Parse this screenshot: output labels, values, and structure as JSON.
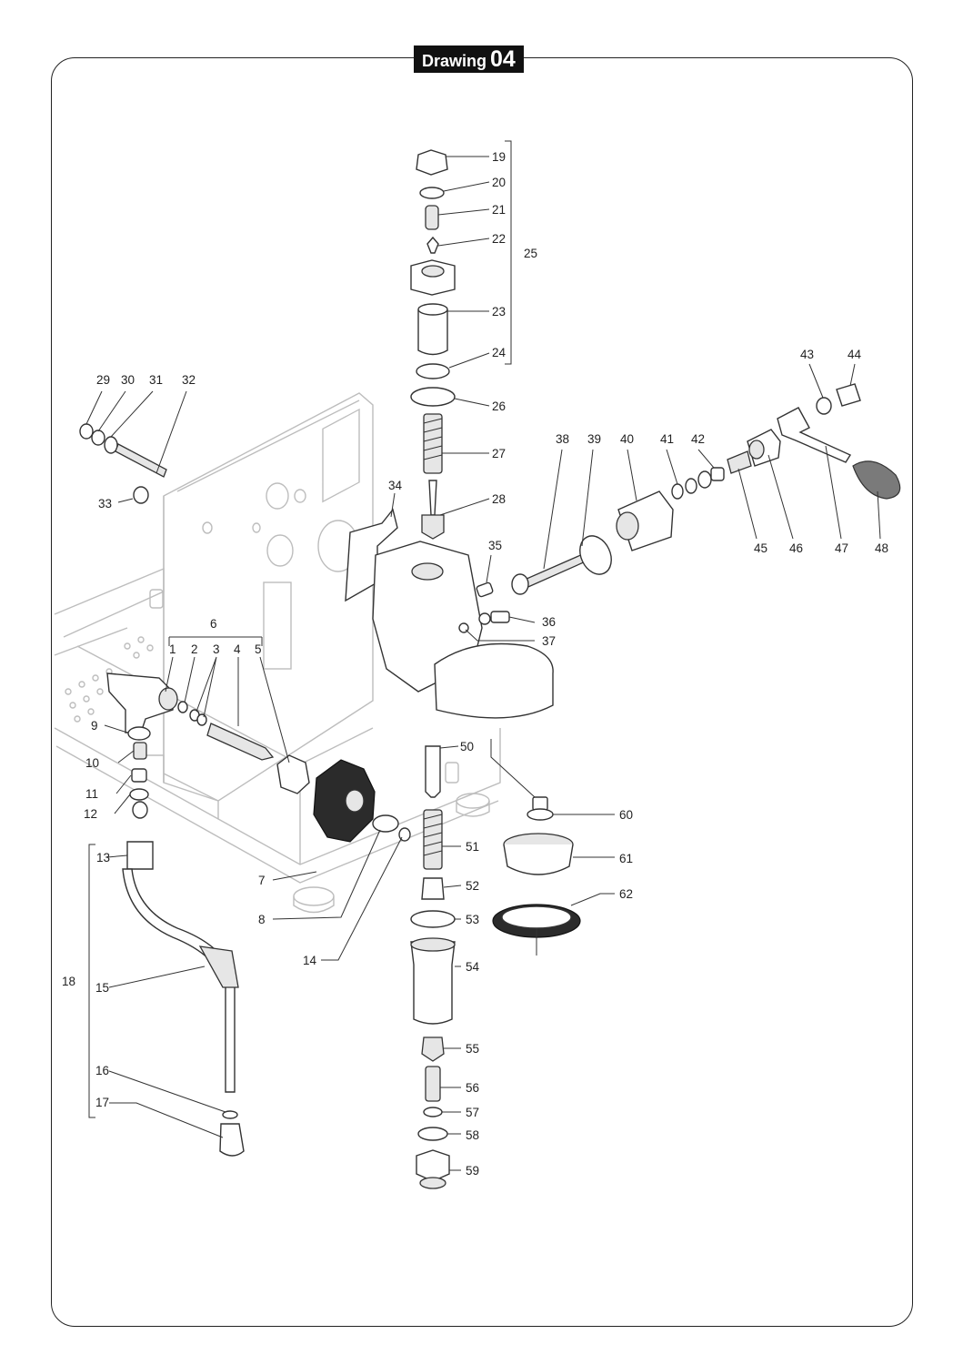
{
  "header": {
    "title_word": "Drawing",
    "title_number": "04"
  },
  "callouts": {
    "c1": "1",
    "c2": "2",
    "c3": "3",
    "c4": "4",
    "c5": "5",
    "c6": "6",
    "c7": "7",
    "c8": "8",
    "c9": "9",
    "c10": "10",
    "c11": "11",
    "c12": "12",
    "c13": "13",
    "c14": "14",
    "c15": "15",
    "c16": "16",
    "c17": "17",
    "c18": "18",
    "c19": "19",
    "c20": "20",
    "c21": "21",
    "c22": "22",
    "c23": "23",
    "c24": "24",
    "c25": "25",
    "c26": "26",
    "c27": "27",
    "c28": "28",
    "c29": "29",
    "c30": "30",
    "c31": "31",
    "c32": "32",
    "c33": "33",
    "c34": "34",
    "c35": "35",
    "c36": "36",
    "c37": "37",
    "c38": "38",
    "c39": "39",
    "c40": "40",
    "c41": "41",
    "c42": "42",
    "c43": "43",
    "c44": "44",
    "c45": "45",
    "c46": "46",
    "c47": "47",
    "c48": "48",
    "c50": "50",
    "c51": "51",
    "c52": "52",
    "c53": "53",
    "c54": "54",
    "c55": "55",
    "c56": "56",
    "c57": "57",
    "c58": "58",
    "c59": "59",
    "c60": "60",
    "c61": "61",
    "c62": "62"
  }
}
